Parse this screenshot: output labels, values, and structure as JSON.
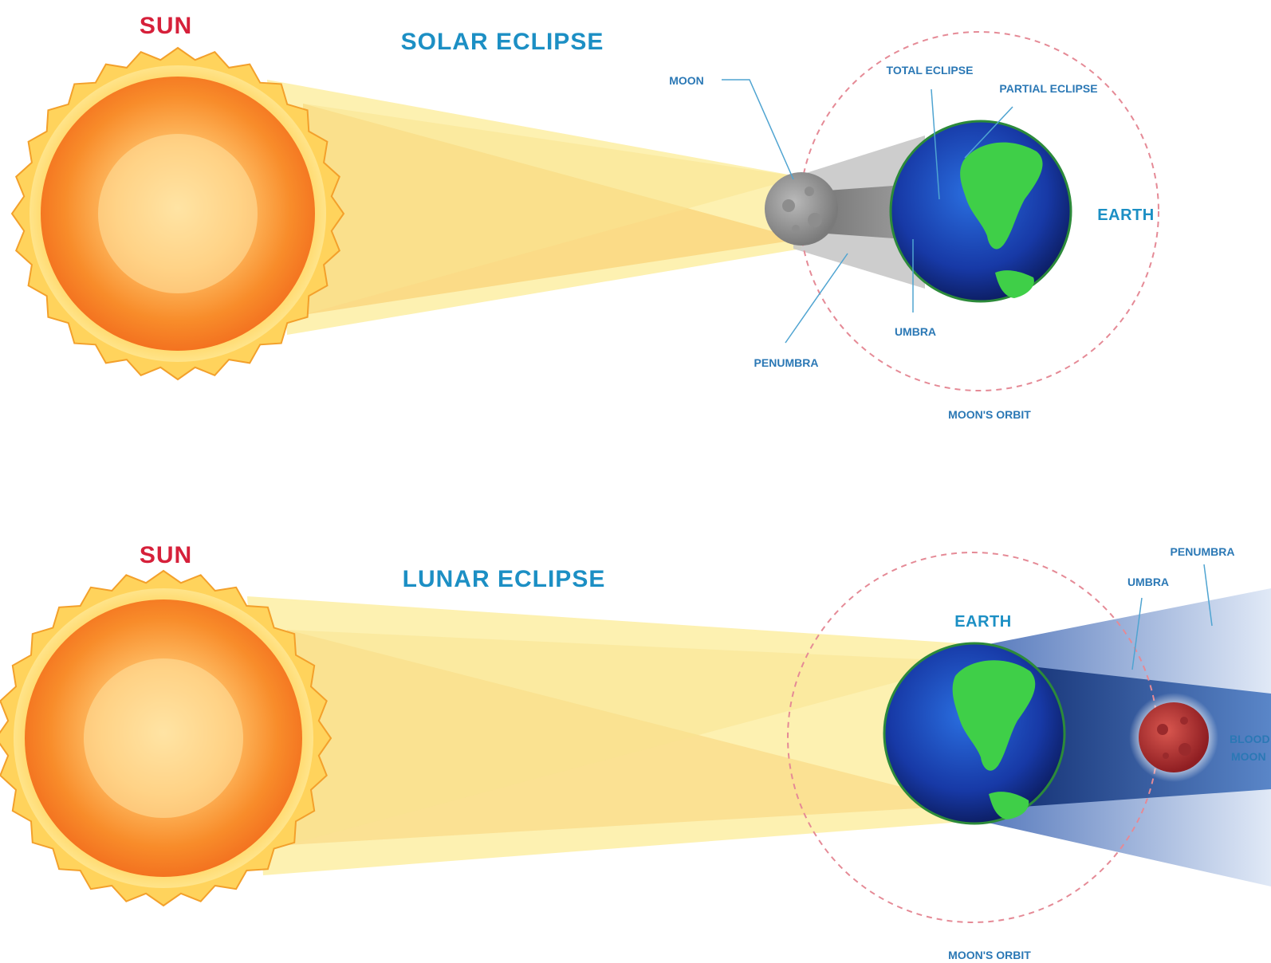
{
  "colors": {
    "sun_label": "#d6203a",
    "title": "#1c8fc4",
    "annotation": "#2b78b5",
    "orbit": "#e58a96",
    "sun_core": "#ffd27a",
    "sun_outer": "#f7a12a",
    "light_beam": "#fbe99a",
    "umbra": "#7b7b7b",
    "earth_ocean": "#1942b8",
    "earth_land": "#3fcf48",
    "blood_moon": "#b3282d",
    "shadow_blue": "#1c3f86"
  },
  "solar": {
    "sun_label": "SUN",
    "title": "SOLAR ECLIPSE",
    "moon": "MOON",
    "total_eclipse": "TOTAL ECLIPSE",
    "partial_eclipse": "PARTIAL ECLIPSE",
    "earth": "EARTH",
    "umbra": "UMBRA",
    "penumbra": "PENUMBRA",
    "moons_orbit": "MOON'S ORBIT"
  },
  "lunar": {
    "sun_label": "SUN",
    "title": "LUNAR ECLIPSE",
    "earth": "EARTH",
    "umbra": "UMBRA",
    "penumbra": "PENUMBRA",
    "blood_moon_line1": "BLOOD",
    "blood_moon_line2": "MOON",
    "moons_orbit": "MOON'S ORBIT"
  }
}
